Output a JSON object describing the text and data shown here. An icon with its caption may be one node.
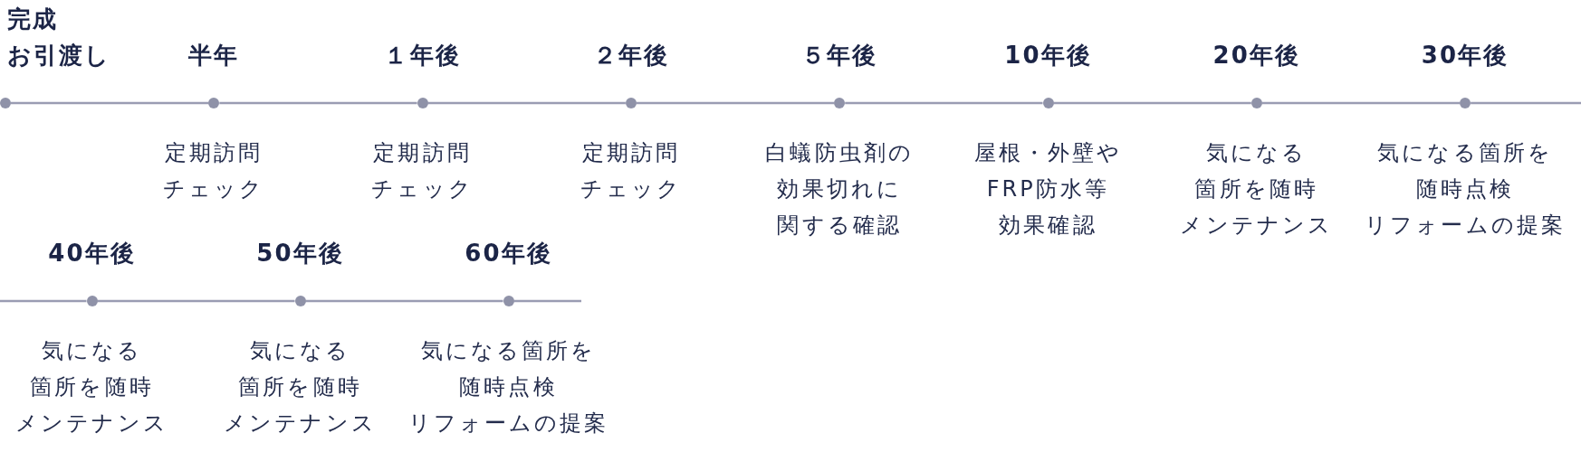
{
  "diagram": {
    "nodes": [
      {
        "text": [],
        "shape": "circle",
        "beside": [
          "完成お引渡し"
        ]
      },
      {
        "text": [],
        "shape": "circle",
        "beside": [
          "半年",
          "定期訪問チェック"
        ]
      },
      {
        "text": [],
        "shape": "circle",
        "beside": [
          "１年後",
          "定期訪問チェック"
        ]
      },
      {
        "text": [],
        "shape": "circle",
        "beside": [
          "２年後",
          "定期訪問チェック"
        ]
      },
      {
        "text": [],
        "shape": "circle",
        "beside": [
          "５年後",
          "白蟻防虫剤の効果切れに関する確認"
        ]
      },
      {
        "text": [],
        "shape": "circle",
        "beside": [
          "10年後",
          "屋根・外壁やFRP防水等効果確認"
        ]
      },
      {
        "text": [],
        "shape": "circle",
        "beside": [
          "20年後",
          "気になる箇所を随時メンテナンス"
        ]
      },
      {
        "text": [],
        "shape": "circle",
        "beside": [
          "30年後",
          "気になる箇所を随時点検リフォームの提案"
        ]
      },
      {
        "text": [],
        "shape": "circle",
        "beside": [
          "40年後",
          "気になる箇所を随時メンテナンス"
        ]
      },
      {
        "text": [],
        "shape": "circle",
        "beside": [
          "50年後",
          "気になる箇所を随時メンテナンス"
        ]
      },
      {
        "text": [],
        "shape": "circle",
        "beside": [
          "60年後",
          "気になる箇所を随時点検リフォームの提案"
        ]
      }
    ],
    "edges": [
      {
        "from": 0,
        "to": 1,
        "arrow": "none"
      },
      {
        "from": 1,
        "to": 2,
        "arrow": "none"
      },
      {
        "from": 2,
        "to": 3,
        "arrow": "none"
      },
      {
        "from": 3,
        "to": 4,
        "arrow": "none"
      },
      {
        "from": 4,
        "to": 5,
        "arrow": "none"
      },
      {
        "from": 5,
        "to": 6,
        "arrow": "none"
      },
      {
        "from": 6,
        "to": 7,
        "arrow": "none"
      },
      {
        "from": 7,
        "to": null,
        "arrow": "none"
      },
      {
        "from": null,
        "to": 8,
        "arrow": "none"
      },
      {
        "from": 8,
        "to": 9,
        "arrow": "none"
      },
      {
        "from": 9,
        "to": 10,
        "arrow": "none"
      },
      {
        "from": 10,
        "to": null,
        "arrow": "none"
      }
    ]
  }
}
